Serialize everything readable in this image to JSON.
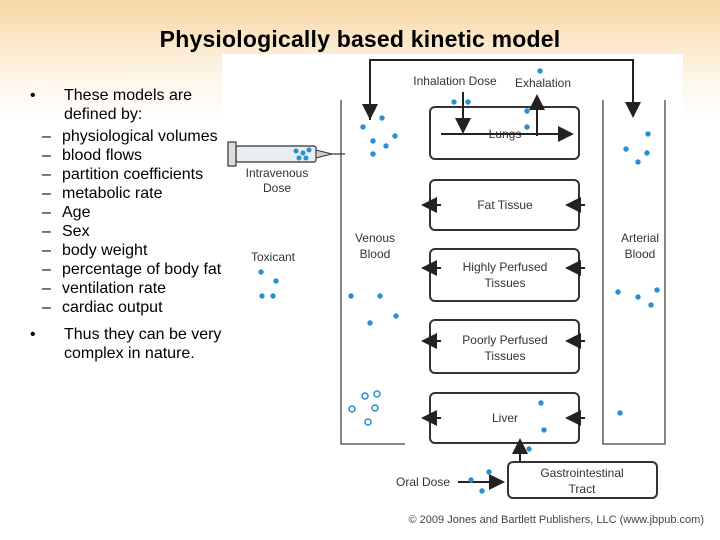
{
  "slide": {
    "title": "Physiologically based kinetic model",
    "bullet_symbol": "•",
    "dash_symbol": "–",
    "bullet1": "These models are defined by:",
    "sub_items": [
      "physiological volumes",
      "blood flows",
      "partition coefficients",
      "metabolic rate",
      "Age",
      "Sex",
      "body weight",
      "percentage of body fat",
      "ventilation rate",
      "cardiac output"
    ],
    "bullet2": "Thus they can be very complex in nature."
  },
  "diagram": {
    "inhalation_dose": "Inhalation Dose",
    "exhalation": "Exhalation",
    "intravenous_line1": "Intravenous",
    "intravenous_line2": "Dose",
    "toxicant": "Toxicant",
    "venous_line1": "Venous",
    "venous_line2": "Blood",
    "arterial_line1": "Arterial",
    "arterial_line2": "Blood",
    "oral_dose": "Oral Dose",
    "compartments": {
      "lungs": "Lungs",
      "fat": "Fat Tissue",
      "highly_line1": "Highly Perfused",
      "highly_line2": "Tissues",
      "poorly_line1": "Poorly Perfused",
      "poorly_line2": "Tissues",
      "liver": "Liver",
      "gi_line1": "Gastrointestinal",
      "gi_line2": "Tract"
    },
    "molecule_color": "#2a8fd0",
    "copyright": "© 2009 Jones and Bartlett Publishers, LLC (www.jbpub.com)"
  }
}
